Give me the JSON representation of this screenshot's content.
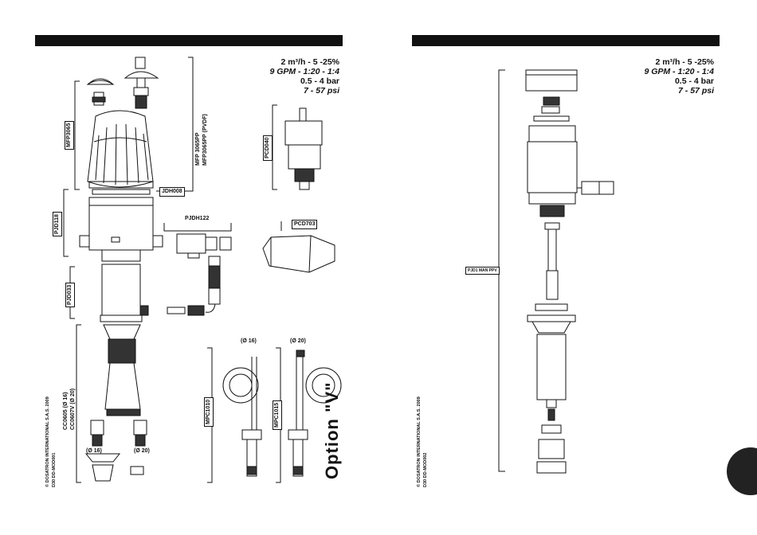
{
  "left_page": {
    "specs": [
      "2 m³/h  -   5   -25%",
      "9 GPM - 1:20 -  1:4",
      "0.5 -  4 bar",
      "7  -  57 psi"
    ],
    "labels": {
      "mf": "MFP3065",
      "mfp_vvv": "MFP 3065PP\nMFP3065PP (PVDF)",
      "jd": "JDH008",
      "pjd118": "PJD118",
      "pjdh122": "PJDH122",
      "pcd": "PCD040",
      "pcd703": "PCD703",
      "pjd033": "PJD033",
      "ccc": "CC0605 (Ø 16)\nCC0607V (Ø 20)",
      "mpc1": "MPC1010",
      "mpc2": "MPC1015"
    },
    "diameters": [
      "(Ø 16)",
      "(Ø 20)",
      "(Ø 16)",
      "(Ø 20)"
    ],
    "option": "Option \"V\"",
    "copyright": "© DOSATRON INTERNATIONAL S.A.S. 2009\nD30 DD-MOD001"
  },
  "right_page": {
    "specs": [
      "2 m³/h  -   5   -25%",
      "9 GPM - 1:20 -  1:4",
      "0.5 -  4 bar",
      "7  -  57 psi"
    ],
    "labels": {
      "kit": "PJD1 MAN PPV"
    },
    "copyright": "© DOSATRON INTERNATIONAL S.A.S. 2009\nD30 DD-MOD002"
  }
}
